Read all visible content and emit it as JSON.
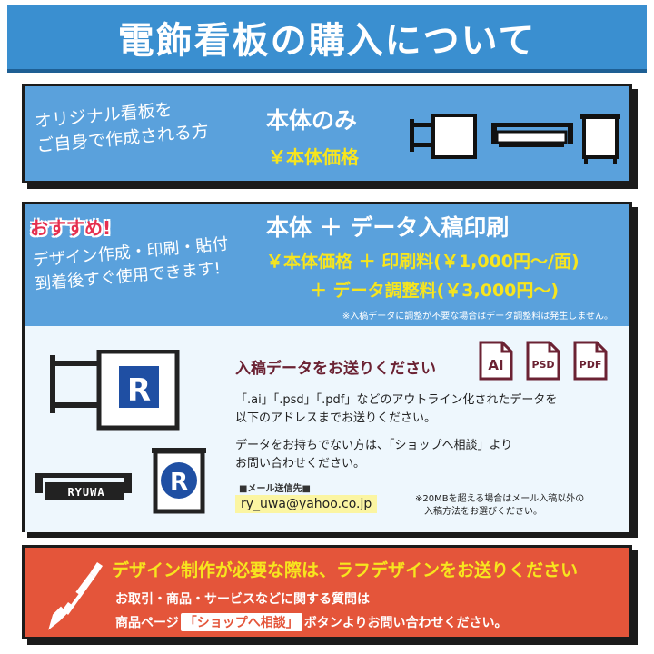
{
  "header": {
    "title": "電飾看板の購入について"
  },
  "option_body_only": {
    "lead_line1": "オリジナル看板を",
    "lead_line2": "ご自身で作成される方",
    "title": "本体のみ",
    "price": "￥本体価格"
  },
  "option_body_data": {
    "badge": "おすすめ!",
    "lead_line1": "デザイン作成・印刷・貼付",
    "lead_line2": "到着後すぐ使用できます!",
    "title": "本体 ＋ データ入稿印刷",
    "price_line1": "￥本体価格 ＋ 印刷料(￥1,000円〜/面)",
    "price_line2": "＋ データ調整料(￥3,000円〜)",
    "note": "※入稿データに調整が不要な場合はデータ調整料は発生しません。"
  },
  "submission": {
    "heading": "入稿データをお送りください",
    "body1_line1": "「.ai」「.psd」「.pdf」などのアウトライン化されたデータを",
    "body1_line2": "以下のアドレスまでお送りください。",
    "body2_line1": "データをお持ちでない方は、「ショップへ相談」より",
    "body2_line2": "お問い合わせください。",
    "email_label": "■メール送信先■",
    "email": "ry_uwa@yahoo.co.jp",
    "size_note_line1": "※20MBを超える場合はメール入稿以外の",
    "size_note_line2": "入稿方法をお選びください。",
    "file_types": [
      "AI",
      "PSD",
      "PDF"
    ],
    "sign_label": "RYUWA"
  },
  "design_service": {
    "headline": "デザイン制作が必要な際は、ラフデザインをお送りください",
    "line2": "お取引・商品・サービスなどに関する質問は",
    "line3_before": "商品ページ",
    "line3_link": "「ショップへ相談」",
    "line3_after": "ボタンよりお問い合わせください。",
    "icon": "paintbrush-icon"
  },
  "colors": {
    "title_bar": "#3a8fd0",
    "panel_blue": "#5aa1dc",
    "price_yellow": "#f7e51e",
    "accent_red": "#e4553a",
    "file_icon": "#6b2233"
  }
}
